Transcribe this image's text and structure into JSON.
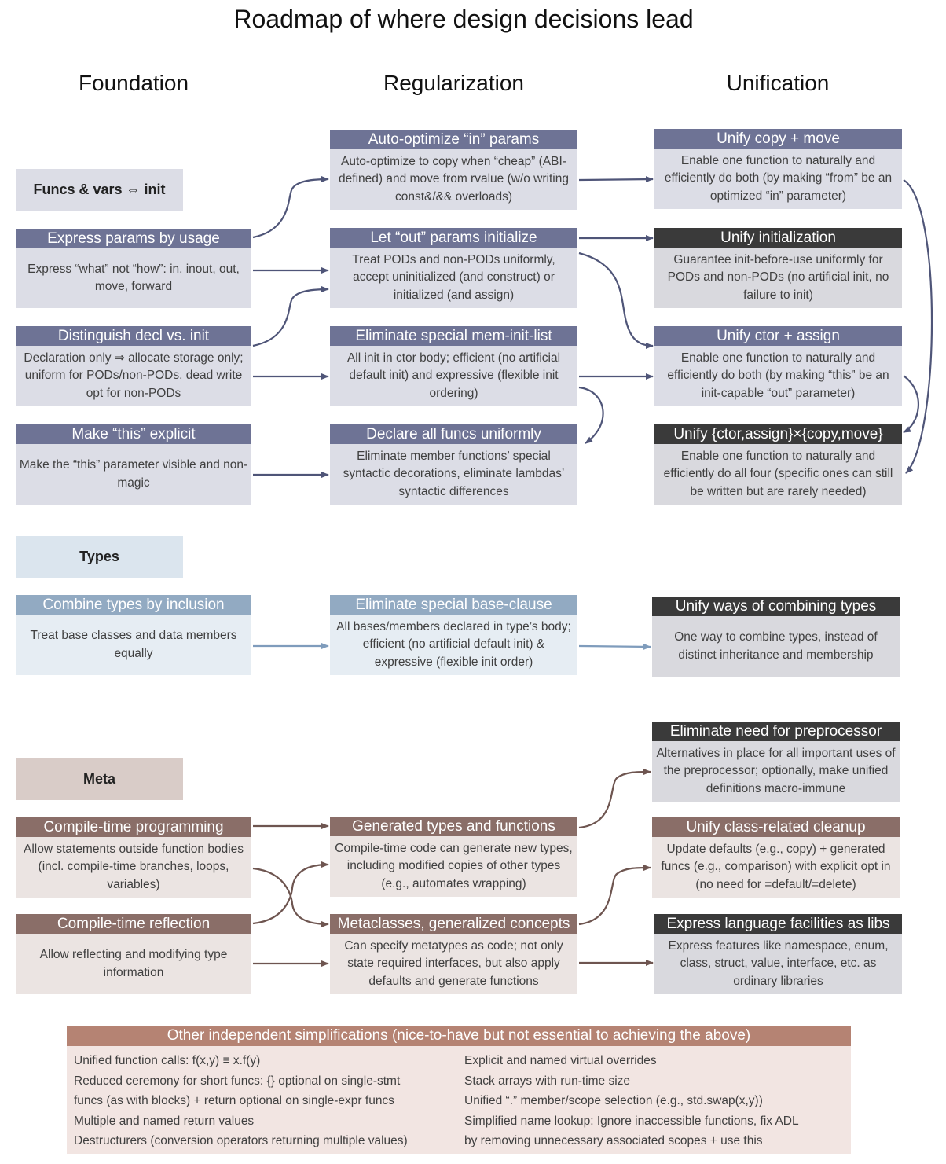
{
  "title": "Roadmap of where design decisions lead",
  "columns": {
    "foundation": "Foundation",
    "regularization": "Regularization",
    "unification": "Unification"
  },
  "sections": {
    "funcs": "Funcs & vars ⇔ init",
    "types": "Types",
    "meta": "Meta"
  },
  "foundation": {
    "express_params": {
      "title": "Express params by usage",
      "body": "Express “what” not “how”: in, inout, out, move, forward"
    },
    "distinguish": {
      "title": "Distinguish decl vs. init",
      "body": "Declaration only ⇒ allocate storage only; uniform for PODs/non-PODs, dead write opt for non-PODs"
    },
    "make_this": {
      "title": "Make “this” explicit",
      "body": "Make the “this” parameter visible and non-magic"
    },
    "combine_types": {
      "title": "Combine types by inclusion",
      "body": "Treat base classes and data members equally"
    },
    "ct_programming": {
      "title": "Compile-time programming",
      "body": "Allow statements outside function bodies (incl. compile-time branches, loops, variables)"
    },
    "ct_reflection": {
      "title": "Compile-time reflection",
      "body": "Allow reflecting and modifying type information"
    }
  },
  "regularization": {
    "auto_optimize": {
      "title": "Auto-optimize “in” params",
      "body": "Auto-optimize to copy when “cheap” (ABI-defined) and move from rvalue (w/o writing const&/&& overloads)"
    },
    "let_out": {
      "title": "Let “out” params initialize",
      "body": "Treat PODs and non-PODs uniformly, accept uninitialized (and construct) or initialized (and assign)"
    },
    "eliminate_memlist": {
      "title": "Eliminate special mem-init-list",
      "body": "All init in ctor body; efficient (no artificial default init) and expressive (flexible init ordering)"
    },
    "declare_funcs": {
      "title": "Declare all funcs uniformly",
      "body": "Eliminate member functions’ special syntactic decorations, eliminate lambdas’ syntactic differences"
    },
    "eliminate_base": {
      "title": "Eliminate special base-clause",
      "body": "All bases/members declared in type’s body; efficient (no artificial default init) & expressive (flexible init order)"
    },
    "generated": {
      "title": "Generated types and functions",
      "body": "Compile-time code can generate new types, including modified copies of other types (e.g., automates wrapping)"
    },
    "metaclasses": {
      "title": "Metaclasses, generalized concepts",
      "body": "Can specify metatypes as code; not only state required interfaces, but also apply defaults and generate functions"
    }
  },
  "unification": {
    "copy_move": {
      "title": "Unify copy + move",
      "body": "Enable one function to naturally and efficiently do both (by making “from” be an optimized “in” parameter)"
    },
    "init": {
      "title": "Unify initialization",
      "body": "Guarantee init-before-use uniformly for PODs and non-PODs (no artificial init, no failure to init)"
    },
    "ctor_assign": {
      "title": "Unify ctor + assign",
      "body": "Enable one function to naturally and efficiently do both (by making “this” be an init-capable “out” parameter)"
    },
    "all_four": {
      "title": "Unify {ctor,assign}×{copy,move}",
      "body": "Enable one function to naturally and efficiently do all four (specific ones can still be written but are rarely needed)"
    },
    "combining": {
      "title": "Unify ways of combining types",
      "body": "One way to combine types, instead of distinct inheritance and membership"
    },
    "preprocessor": {
      "title": "Eliminate need for preprocessor",
      "body": "Alternatives in place for all important uses of the preprocessor; optionally, make unified definitions macro-immune"
    },
    "cleanup": {
      "title": "Unify class-related cleanup",
      "body": "Update defaults (e.g., copy) + generated funcs (e.g., comparison) with explicit opt in (no need for =default/=delete)"
    },
    "libs": {
      "title": "Express language facilities as libs",
      "body": "Express features like namespace, enum, class, struct, value, interface, etc. as ordinary libraries"
    }
  },
  "other": {
    "title": "Other independent simplifications (nice-to-have but not essential to achieving the above)",
    "left": [
      "Unified function calls: f(x,y) ≡ x.f(y)",
      "Reduced ceremony for short funcs: {} optional on single-stmt",
      "funcs (as with blocks) + return optional on single-expr funcs",
      "Multiple and named return values",
      "Destructurers (conversion operators returning multiple values)"
    ],
    "right": [
      "Explicit and named virtual overrides",
      "Stack arrays with run-time size",
      "Unified “.” member/scope selection (e.g., std.swap(x,y))",
      "Simplified name lookup: Ignore inaccessible functions, fix ADL",
      "by removing unnecessary associated scopes + use this"
    ]
  },
  "colors": {
    "slate": "#6e7395",
    "dark": "#3a3a3a",
    "blue": "#92aac2",
    "brown": "#8a6e68",
    "accent": "#b58373"
  }
}
